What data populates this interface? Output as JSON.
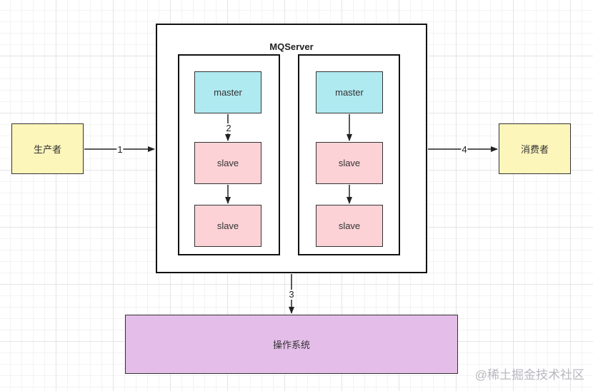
{
  "producer": {
    "label": "生产者"
  },
  "consumer": {
    "label": "消费者"
  },
  "server": {
    "title": "MQServer",
    "groups": [
      {
        "master": "master",
        "slaves": [
          "slave",
          "slave"
        ]
      },
      {
        "master": "master",
        "slaves": [
          "slave",
          "slave"
        ]
      }
    ]
  },
  "os": {
    "label": "操作系统"
  },
  "edges": {
    "producer_to_server": "1",
    "master_to_slave": "2",
    "server_to_os": "3",
    "server_to_consumer": "4"
  },
  "watermark": "@稀土掘金技术社区",
  "colors": {
    "master_fill": "#b0eaf1",
    "slave_fill": "#fcd2d6",
    "producer_fill": "#fdf6bb",
    "consumer_fill": "#fdf6bb",
    "os_fill": "#e4bde8",
    "outline": "#111111"
  }
}
